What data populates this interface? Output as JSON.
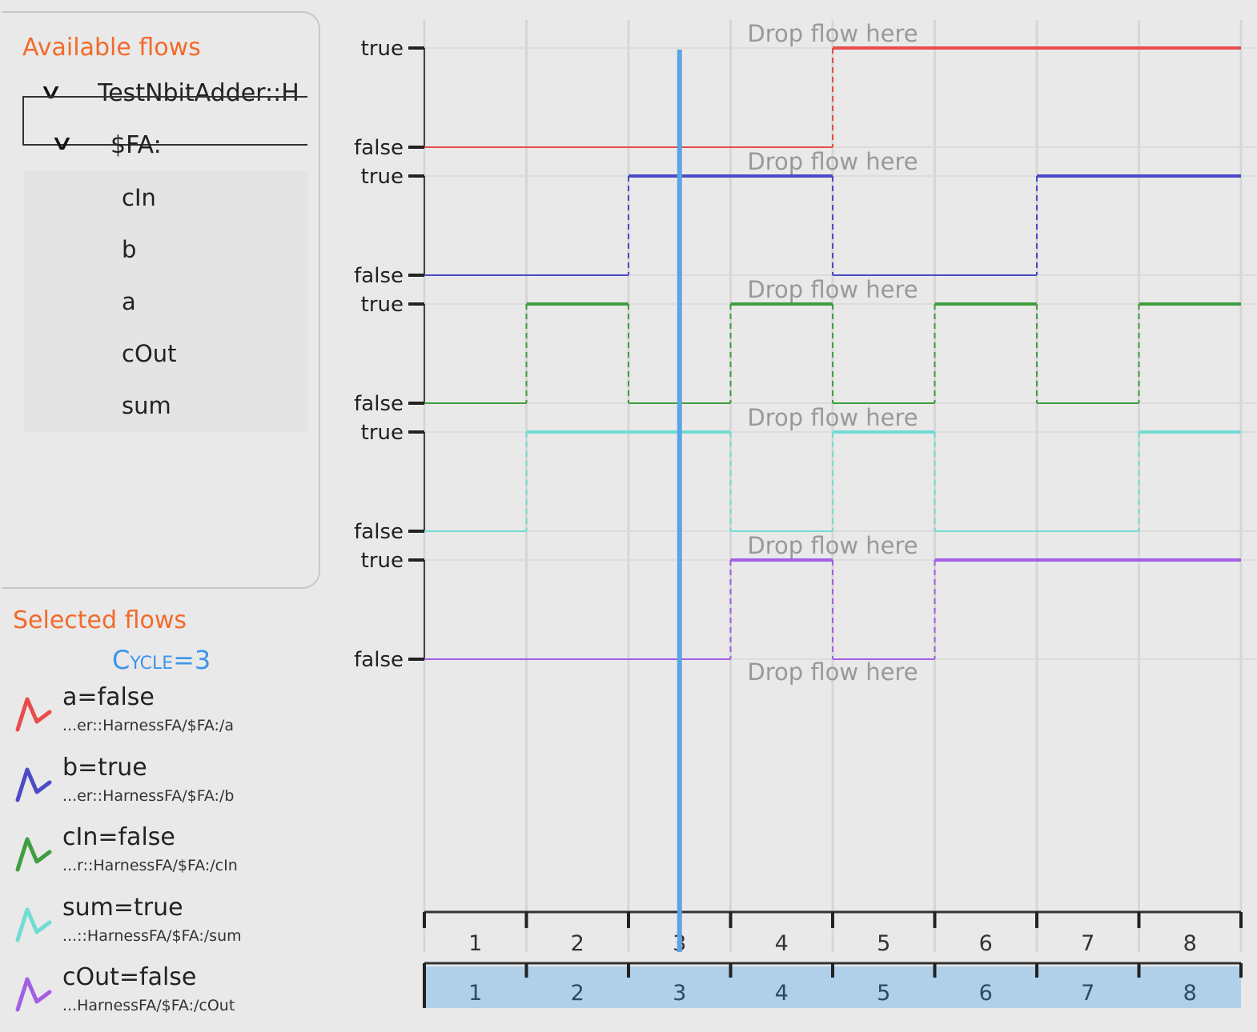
{
  "available": {
    "title": "Available flows",
    "root": "TestNbitAdder::H",
    "group": "$FA:",
    "leaves": [
      "cIn",
      "b",
      "a",
      "cOut",
      "sum"
    ]
  },
  "selected": {
    "title": "Selected flows",
    "cycle_label": "Cycle=3",
    "items": [
      {
        "label": "a=false",
        "path": "...er::HarnessFA/$FA:/a",
        "color": "#e84c4c"
      },
      {
        "label": "b=true",
        "path": "...er::HarnessFA/$FA:/b",
        "color": "#4b4bc8"
      },
      {
        "label": "cIn=false",
        "path": "...r::HarnessFA/$FA:/cIn",
        "color": "#3f9e3f"
      },
      {
        "label": "sum=true",
        "path": "...::HarnessFA/$FA:/sum",
        "color": "#72dcd2"
      },
      {
        "label": "cOut=false",
        "path": "...HarnessFA/$FA:/cOut",
        "color": "#a35fe3"
      }
    ]
  },
  "chart_data": {
    "type": "line",
    "step": true,
    "drop_label": "Drop flow here",
    "y_ticks": [
      "true",
      "false"
    ],
    "x_ticks": [
      "1",
      "2",
      "3",
      "4",
      "5",
      "6",
      "7",
      "8"
    ],
    "cursor_cycle": 3,
    "cursor_color": "#5aa5e6",
    "series": [
      {
        "name": "a",
        "values": [
          0,
          0,
          0,
          0,
          1,
          1,
          1,
          1
        ]
      },
      {
        "name": "b",
        "values": [
          0,
          0,
          1,
          1,
          0,
          0,
          1,
          1
        ]
      },
      {
        "name": "cIn",
        "values": [
          0,
          1,
          0,
          1,
          0,
          1,
          0,
          1
        ]
      },
      {
        "name": "sum",
        "values": [
          0,
          1,
          1,
          0,
          1,
          0,
          0,
          1
        ]
      },
      {
        "name": "cOut",
        "values": [
          0,
          0,
          0,
          1,
          0,
          1,
          1,
          1
        ]
      }
    ]
  }
}
